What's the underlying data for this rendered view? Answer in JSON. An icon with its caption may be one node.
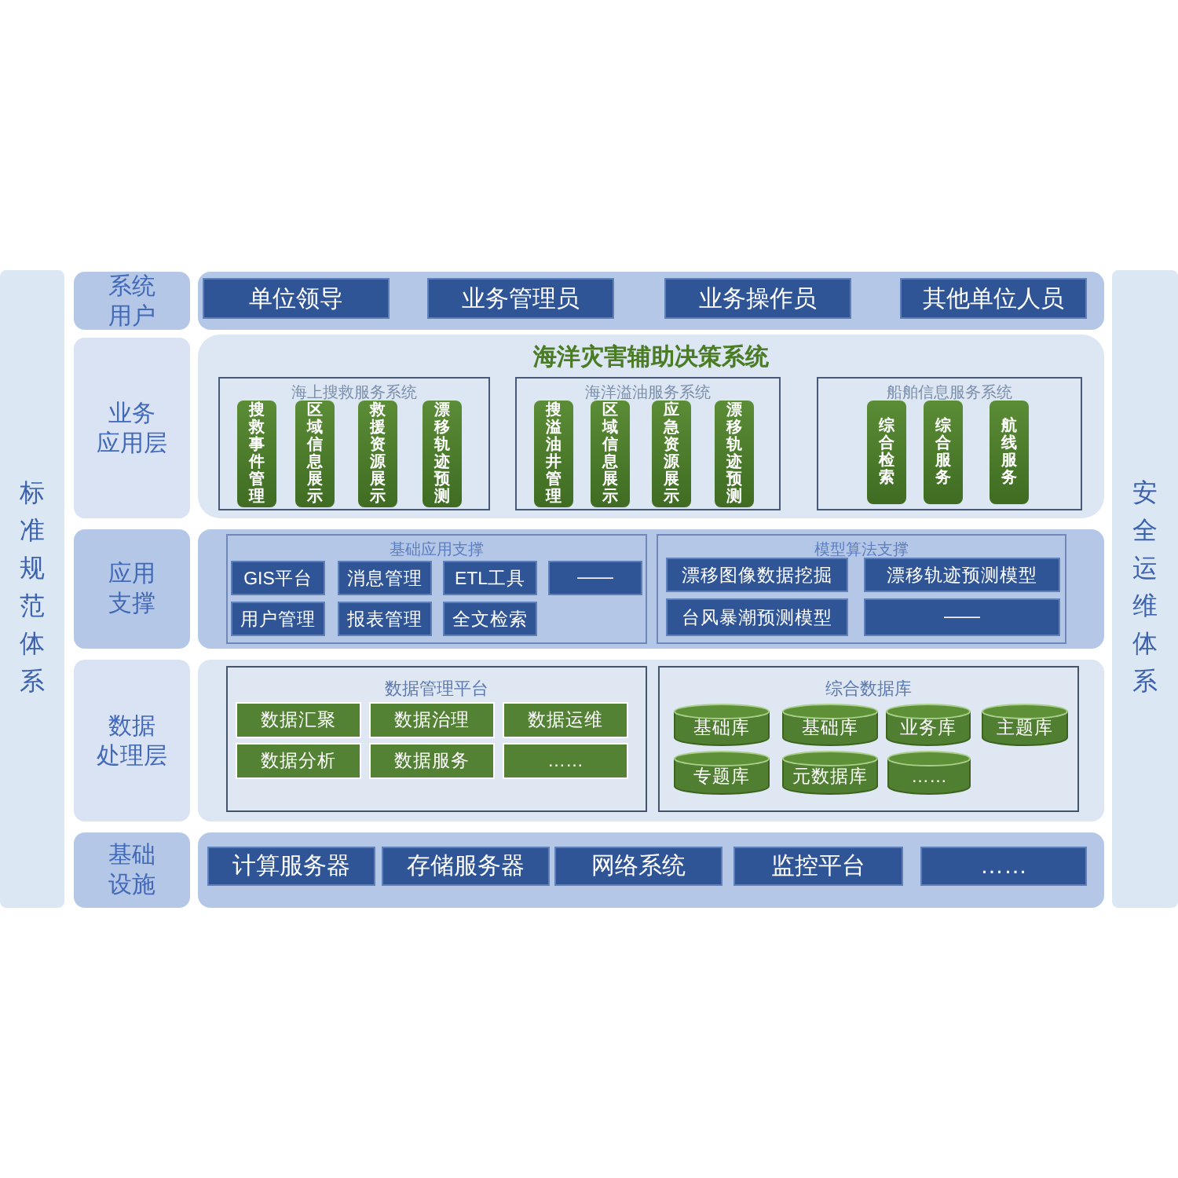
{
  "diagram": {
    "nodes": [
      {
        "text": [
          "标准规范体系"
        ]
      },
      {
        "text": [
          "系统用户"
        ]
      },
      {
        "text": [],
        "shape": "box"
      },
      {
        "text": [
          "单位领导"
        ],
        "in": 2
      },
      {
        "text": [
          "业务管理员"
        ],
        "in": 2
      },
      {
        "text": [
          "业务操作员"
        ],
        "in": 2
      },
      {
        "text": [
          "其他单位人员"
        ],
        "in": 2
      },
      {
        "text": [
          "业务应用层"
        ]
      },
      {
        "text": [
          "海洋灾害辅助决策系统"
        ]
      },
      {
        "text": [
          "海上搜救服务系统"
        ],
        "in": 8
      },
      {
        "text": [
          "搜救事件管理"
        ],
        "in": 9
      },
      {
        "text": [
          "区域信息展示"
        ],
        "in": 9
      },
      {
        "text": [
          "救援资源展示"
        ],
        "in": 9
      },
      {
        "text": [
          "漂移轨迹预测"
        ],
        "in": 9
      },
      {
        "text": [
          "海洋溢油服务系统"
        ],
        "in": 8
      },
      {
        "text": [
          "搜溢油井管理"
        ],
        "in": 14
      },
      {
        "text": [
          "区域信息展示"
        ],
        "in": 14
      },
      {
        "text": [
          "应急资源展示"
        ],
        "in": 14
      },
      {
        "text": [
          "漂移轨迹预测"
        ],
        "in": 14
      },
      {
        "text": [
          "船舶信息服务系统"
        ],
        "in": 8
      },
      {
        "text": [
          "综合检索"
        ],
        "in": 19
      },
      {
        "text": [
          "综合服务"
        ],
        "in": 19
      },
      {
        "text": [
          "航线服务"
        ],
        "in": 19
      },
      {
        "text": [
          "应用支撑"
        ]
      },
      {
        "text": [],
        "shape": "box"
      },
      {
        "text": [
          "基础应用支撑"
        ],
        "in": 24
      },
      {
        "text": [
          "GIS平台"
        ],
        "in": 25
      },
      {
        "text": [
          "消息管理"
        ],
        "in": 25
      },
      {
        "text": [
          "ETL工具"
        ],
        "in": 25
      },
      {
        "text": [
          "——"
        ],
        "in": 25
      },
      {
        "text": [
          "用户管理"
        ],
        "in": 25
      },
      {
        "text": [
          "报表管理"
        ],
        "in": 25
      },
      {
        "text": [
          "全文检索"
        ],
        "in": 25
      },
      {
        "text": [
          "模型算法支撑"
        ],
        "in": 24
      },
      {
        "text": [
          "漂移图像数据挖掘"
        ],
        "in": 33
      },
      {
        "text": [
          "漂移轨迹预测模型"
        ],
        "in": 33
      },
      {
        "text": [
          "台风暴潮预测模型"
        ],
        "in": 33
      },
      {
        "text": [
          "——"
        ],
        "in": 33
      },
      {
        "text": [
          "数据处理层"
        ]
      },
      {
        "text": [],
        "shape": "box"
      },
      {
        "text": [
          "数据管理平台"
        ],
        "in": 39
      },
      {
        "text": [
          "数据汇聚"
        ],
        "in": 40
      },
      {
        "text": [
          "数据治理"
        ],
        "in": 40
      },
      {
        "text": [
          "数据运维"
        ],
        "in": 40
      },
      {
        "text": [
          "数据分析"
        ],
        "in": 40
      },
      {
        "text": [
          "数据服务"
        ],
        "in": 40
      },
      {
        "text": [
          "……"
        ],
        "in": 40
      },
      {
        "text": [
          "综合数据库"
        ],
        "in": 39
      },
      {
        "text": [
          "基础库"
        ],
        "in": 47
      },
      {
        "text": [
          "基础库"
        ],
        "in": 47
      },
      {
        "text": [
          "业务库"
        ],
        "in": 47
      },
      {
        "text": [
          "主题库"
        ],
        "in": 47
      },
      {
        "text": [
          "专题库"
        ],
        "in": 47
      },
      {
        "text": [
          "元数据库"
        ],
        "in": 47
      },
      {
        "text": [
          "……"
        ],
        "in": 47
      },
      {
        "text": [
          "基础设施"
        ]
      },
      {
        "text": [],
        "shape": "box"
      },
      {
        "text": [
          "计算服务器"
        ],
        "in": 56
      },
      {
        "text": [
          "存储服务器"
        ],
        "in": 56
      },
      {
        "text": [
          "网络系统"
        ],
        "in": 56
      },
      {
        "text": [
          "监控平台"
        ],
        "in": 56
      },
      {
        "text": [
          "……"
        ],
        "in": 56
      },
      {
        "text": [
          "安全运维体系"
        ]
      }
    ]
  }
}
